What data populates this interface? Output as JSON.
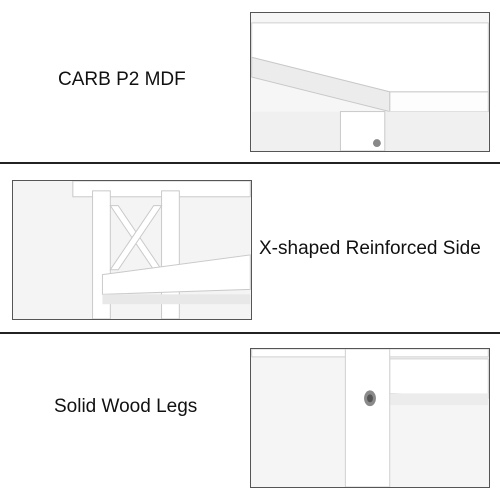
{
  "features": [
    {
      "label": "CARB P2 MDF",
      "image_icon": "table-top-corner-icon"
    },
    {
      "label": "X-shaped Reinforced Side",
      "image_icon": "x-brace-side-icon"
    },
    {
      "label": "Solid Wood Legs",
      "image_icon": "wood-leg-icon"
    }
  ],
  "colors": {
    "background": "#ffffff",
    "divider": "#222222",
    "text": "#111111",
    "furniture": "#ffffff",
    "shadow": "#d9d9d9"
  }
}
